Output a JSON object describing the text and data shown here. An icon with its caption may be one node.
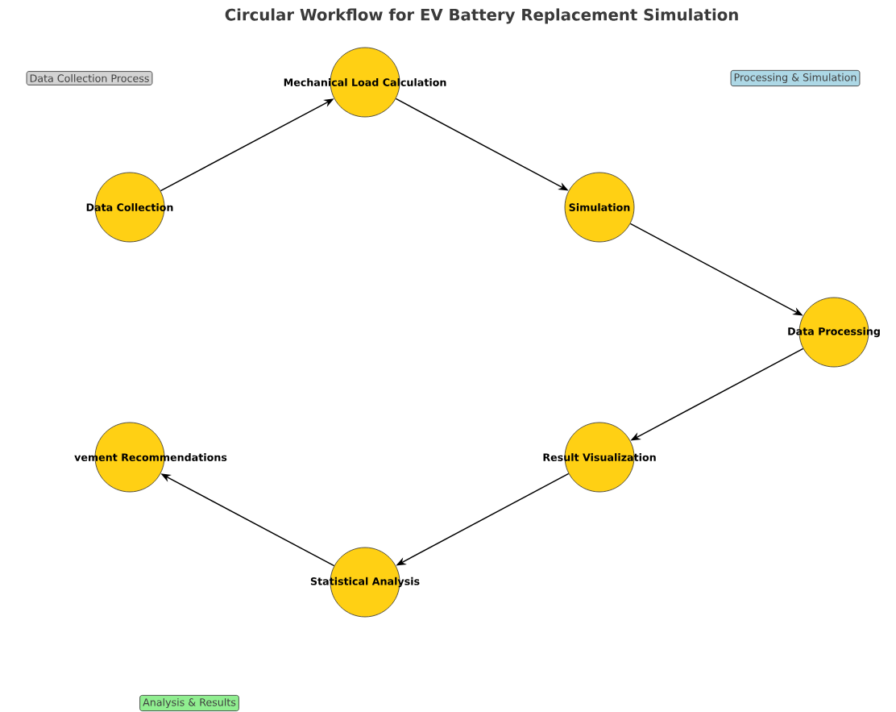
{
  "diagram": {
    "title": "Circular Workflow for EV Battery Replacement Simulation",
    "nodes": [
      {
        "text": [
          "Data Collection"
        ]
      },
      {
        "text": [
          "Mechanical Load Calculation"
        ]
      },
      {
        "text": [
          "Simulation"
        ]
      },
      {
        "text": [
          "Data Processing"
        ]
      },
      {
        "text": [
          "Result Visualization"
        ]
      },
      {
        "text": [
          "Statistical Analysis"
        ]
      },
      {
        "text": [
          "vement Recommendations"
        ]
      },
      {
        "text": [
          "Data Collection Process"
        ]
      },
      {
        "text": [
          "Processing & Simulation"
        ]
      },
      {
        "text": [
          "Analysis & Results"
        ]
      }
    ],
    "edges": [
      {
        "from": 0,
        "to": 1,
        "arrow": "to"
      },
      {
        "from": 1,
        "to": 2,
        "arrow": "to"
      },
      {
        "from": 2,
        "to": 3,
        "arrow": "to"
      },
      {
        "from": 3,
        "to": 4,
        "arrow": "to"
      },
      {
        "from": 4,
        "to": 5,
        "arrow": "to"
      },
      {
        "from": 5,
        "to": 6,
        "arrow": "to"
      }
    ]
  }
}
